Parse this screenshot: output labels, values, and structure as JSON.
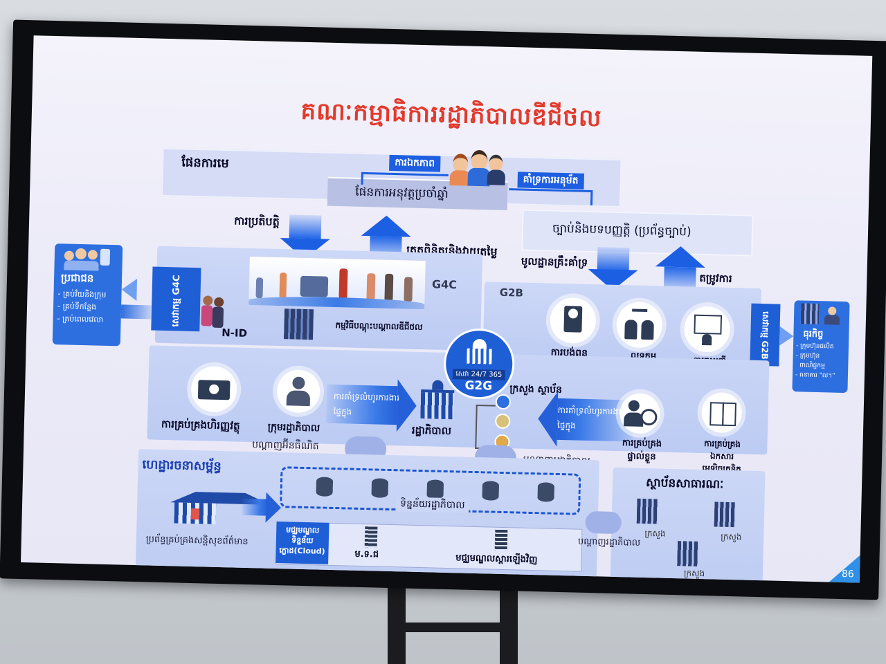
{
  "title": "គណៈកម្មាធិការរដ្ឋាភិបាលឌីជីថល",
  "top": {
    "plan_label": "ផែនការមេ",
    "arrow_left_label": "ការឯកភាព",
    "arrow_right_label": "គាំទ្រការអនុម័ត",
    "annual_plan": "ផែនការអនុវត្តប្រចាំឆ្នាំ",
    "law_box": "ច្បាប់និងបទបញ្ញត្តិ (ប្រព័ន្ធច្បាប់)",
    "implement": "ការប្រតិបត្តិ",
    "evaluate": "ត្រួតពិនិត្យនិងវាយតម្លៃ",
    "base_support": "មូលដ្ឋានគ្រឹះគាំទ្រ",
    "demand": "តម្រូវការ"
  },
  "left_box": {
    "title": "ប្រជាជន",
    "items": [
      "- គ្រប់វ័យនិងក្រុម",
      "- គ្រប់ទីកន្លែង",
      "- គ្រប់ពេលវេលា"
    ]
  },
  "right_box": {
    "title": "ធុរកិច្ច",
    "items": [
      "- ក្រុមហ៊ុនផលិត",
      "- ក្រុមហ៊ុន",
      "  ពាណិជ្ជកម្ម",
      "- ធនាគារ \"ល។\""
    ]
  },
  "g4c": {
    "label": "G4C",
    "bar": "សេវាកម្ម G4C",
    "nid": "N-ID",
    "program": "កម្មវិធីបណ្តុះបណ្តាលឌីជីថល"
  },
  "g2b": {
    "label": "G2B",
    "bar": "សេវាកម្ម G2B",
    "services": [
      "ការបង់ពន្ធ",
      "លទ្ធកម្មសាធារណៈ",
      "ការចុះបញ្ជីពាណិជ្ជកម្ម"
    ]
  },
  "g2g": {
    "badge": "សេវា 24/7 365",
    "label": "G2G",
    "finance": "ការគ្រប់គ្រងហិរញ្ញវត្ថុ",
    "cabinet": "ក្រុមរដ្ឋាភិបាល",
    "support_left": "ការគាំទ្រលំហូរការងារផ្ទៃក្នុង",
    "government": "រដ្ឋាភិបាល",
    "ministries": "ក្រសួង ស្ថាប័ន",
    "support_right": "ការគាំទ្រលំហូរការងារផ្ទៃក្នុង",
    "hr": "ការគ្រប់គ្រងផ្ទាល់ខ្លួន",
    "docs": "ការគ្រប់គ្រងឯកសារអេឡិចត្រូនិក",
    "intranet": "បណ្តាញអ៊ីនធឺណិត",
    "govnet": "បណ្តាញរដ្ឋាភិបាល"
  },
  "infra": {
    "title": "ហេដ្ឋារចនាសម្ព័ន្ធ",
    "security": "ប្រព័ន្ធគ្រប់គ្រងសន្តិសុខព័ត៌មាន",
    "gov_data": "ទិន្នន័យរដ្ឋាភិបាល",
    "cloud_center": "មជ្ឈមណ្ឌលទិន្នន័យក្លោដ(Cloud)",
    "dc1": "ម.ទ.ជ",
    "dc2": "មជ្ឈមណ្ឌលស្តារឡើងវិញ"
  },
  "public": {
    "title": "ស្ថាប័នសាធារណៈ",
    "ministry": "ក្រសួង",
    "govnet": "បណ្តាញរដ្ឋាភិបាល"
  },
  "page_number": "86"
}
